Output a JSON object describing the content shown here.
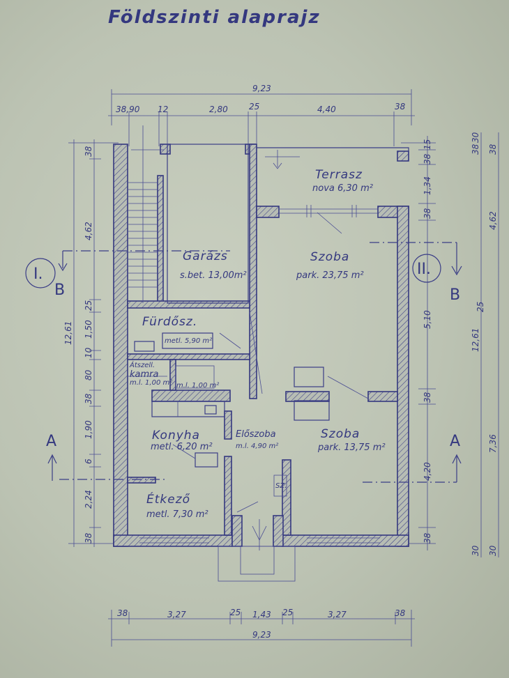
{
  "title": "Földszinti alaprajz",
  "dims_top": {
    "overall": "9,23",
    "seg1": "38,90",
    "seg2": "12",
    "seg3": "2,80",
    "seg4": "25",
    "seg5": "4,40",
    "seg6": "38"
  },
  "dims_bottom": {
    "overall": "9,23",
    "seg1": "38",
    "seg2": "3,27",
    "seg3": "25",
    "seg4": "1,43",
    "seg5": "25",
    "seg6": "3,27",
    "seg7": "38"
  },
  "dims_left": {
    "overall": "12,61",
    "s1": "38",
    "s2": "4,62",
    "s3": "25",
    "s4": "1,50",
    "s5": "10",
    "s6": "80",
    "s7": "38",
    "s8": "1,90",
    "s9": "6",
    "s10": "2,24",
    "s11": "38"
  },
  "dims_right": {
    "overall": "12,61",
    "s1": "15",
    "s2": "38",
    "s3": "1,34",
    "s4": "38",
    "s5": "5,10",
    "s6": "38",
    "s7": "4,20",
    "s8": "38"
  },
  "dims_far_right": {
    "a": "30",
    "b": "38",
    "c": "38",
    "d": "4,62",
    "e": "25",
    "f": "7,36",
    "g": "30",
    "h": "30"
  },
  "rooms": {
    "terrasz_name": "Terrasz",
    "terrasz_area": "nova 6,30 m²",
    "garazs_name": "Garázs",
    "garazs_area": "s.bet. 13,00m²",
    "szoba1_name": "Szoba",
    "szoba1_area": "park. 23,75 m²",
    "furdo_name": "Fürdősz.",
    "furdo_area": "metl. 5,90 m²",
    "atszell_name": "Átszell.",
    "kamra_name": "kamra",
    "kamra_area": "m.l. 1,00 m²",
    "wc_area": "m.l. 1,00 m²",
    "konyha_name": "Konyha",
    "konyha_area": "metl. 6,20 m²",
    "eloszoba_name": "Előszoba",
    "eloszoba_area": "m.l. 4,90 m²",
    "szoba2_name": "Szoba",
    "szoba2_area": "park. 13,75 m²",
    "etkezo_name": "Étkező",
    "etkezo_area": "metl. 7,30 m²",
    "sz_label": "SZ."
  },
  "sections": {
    "left_circle": "I.",
    "right_circle": "II.",
    "b_label": "B",
    "a_label": "A"
  }
}
